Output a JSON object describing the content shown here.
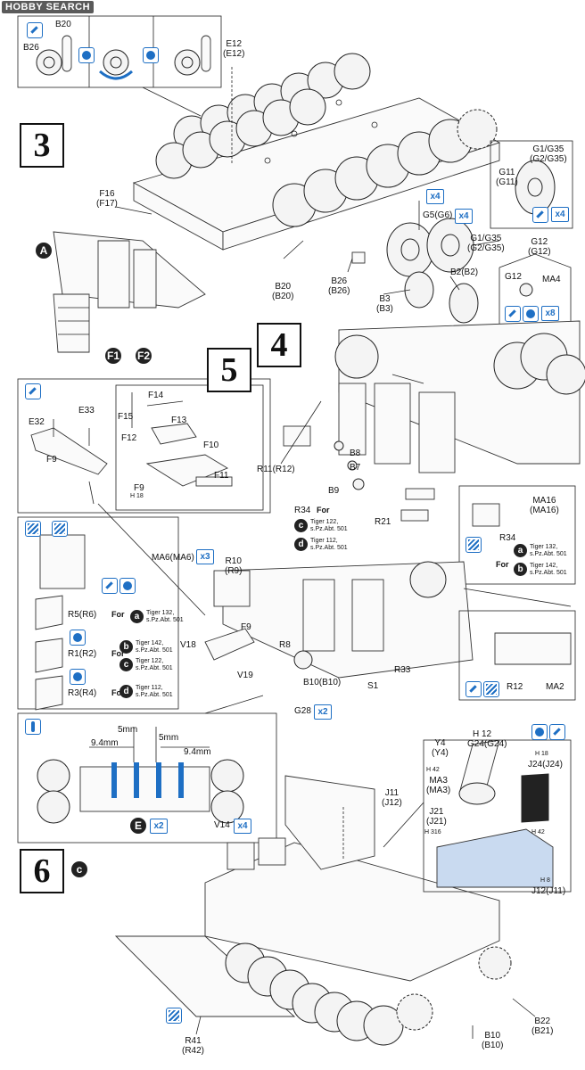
{
  "watermark": "HOBBY SEARCH",
  "steps": {
    "s3": "3",
    "s4": "4",
    "s5": "5",
    "s6": "6"
  },
  "step6_option": "c",
  "option_circles": {
    "a": "A",
    "e": "E"
  },
  "parts": {
    "b20_top": "B20",
    "b26_top": "B26",
    "e12": "E12\n(E12)",
    "f16": "F16\n(F17)",
    "g5": "G5(G6)",
    "g1_right": "G1/G35\n(G2/G35)",
    "g1_top": "G1/G35\n(G2/G35)",
    "g11": "G11\n(G11)",
    "g12": "G12\n(G12)",
    "g12b": "G12",
    "ma4": "MA4",
    "b2": "B2(B2)",
    "b26": "B26\n(B26)",
    "b20": "B20\n(B20)",
    "b3": "B3\n(B3)",
    "f1": "F1",
    "f2": "F2",
    "f14": "F14",
    "f15": "F15",
    "f13": "F13",
    "f12": "F12",
    "f10": "F10",
    "f11": "F11",
    "f9_inset": "F9",
    "e32": "E32",
    "e33": "E33",
    "f9": "F9",
    "r11": "R11(R12)",
    "b8": "B8",
    "b7": "B7",
    "b9": "B9",
    "r34": "R34",
    "r21": "R21",
    "ma16": "MA16\n(MA16)",
    "r34b": "R34",
    "ma6": "MA6(MA6)",
    "r10": "R10\n(R9)",
    "f9b": "F9",
    "v18": "V18",
    "v19": "V19",
    "r8": "R8",
    "b10": "B10(B10)",
    "r33": "R33",
    "s1": "S1",
    "g28": "G28",
    "r5": "R5(R6)",
    "r1": "R1(R2)",
    "r3": "R3(R4)",
    "r12": "R12",
    "ma2": "MA2",
    "y4": "Y4\n(Y4)",
    "g24": "G24(G24)",
    "j24": "J24(J24)",
    "ma3": "MA3\n(MA3)",
    "j21": "J21\n(J21)",
    "j11": "J11\n(J12)",
    "j12": "J12(J11)",
    "b22": "B22\n(B21)",
    "b10b": "B10\n(B10)",
    "r41": "R41\n(R42)",
    "v14": "V14"
  },
  "dimensions": {
    "d1": "5mm",
    "d2": "5mm",
    "d3": "9.4mm",
    "d4": "9.4mm"
  },
  "counts": {
    "x4_a": "x4",
    "x4_b": "x4",
    "x4_c": "x4",
    "x8": "x8",
    "x2_g28": "x2",
    "x2_e": "x2",
    "x4_v14": "x4",
    "x3_ma6": "x3"
  },
  "for_word": "For",
  "variants": {
    "r34_c": "Tiger 122,\ns.Pz.Abt. 501",
    "r34_d": "Tiger 112,\ns.Pz.Abt. 501",
    "r34_a": "Tiger 132,\ns.Pz.Abt. 501",
    "r34_b": "Tiger 142,\ns.Pz.Abt. 501",
    "r5_a": "Tiger 132,\ns.Pz.Abt. 501",
    "r1_b": "Tiger 142,\ns.Pz.Abt. 501",
    "r1_c": "Tiger 122,\ns.Pz.Abt. 501",
    "r3_d": "Tiger 112,\ns.Pz.Abt. 501"
  },
  "variant_letters": {
    "a": "a",
    "b": "b",
    "c": "c",
    "d": "d"
  },
  "color_codes": {
    "f9_code": "H 18",
    "g24_code": "H 12",
    "j24_code": "H 18",
    "ma3_code": "H 42",
    "j21_code": "H 316",
    "j12_code": "H 42",
    "j12b_code": "H 8"
  },
  "colors": {
    "accent": "#1e6fc4",
    "ink": "#111111",
    "paper": "#ffffff"
  }
}
